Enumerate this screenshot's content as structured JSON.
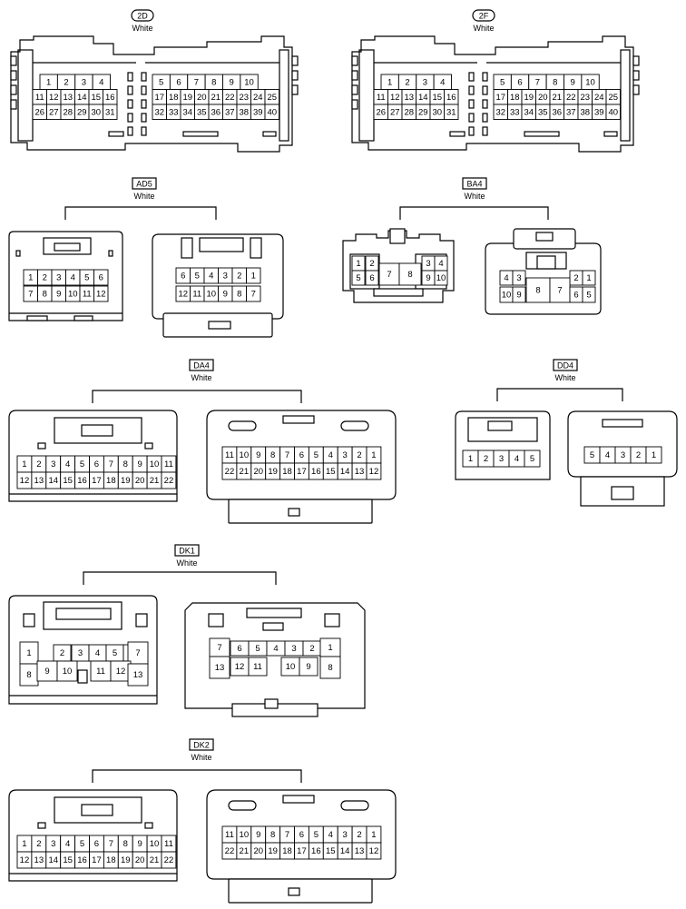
{
  "connectors": [
    {
      "code": "2D",
      "color": "White",
      "label_style": "oval",
      "views": [
        {
          "rows": [
            [
              "1",
              "2",
              "3",
              "4",
              "",
              "5",
              "6",
              "7",
              "8",
              "9",
              "10"
            ],
            [
              "11",
              "12",
              "13",
              "14",
              "15",
              "16",
              "17",
              "18",
              "19",
              "20",
              "21",
              "22",
              "23",
              "24",
              "25"
            ],
            [
              "26",
              "27",
              "28",
              "29",
              "30",
              "31",
              "32",
              "33",
              "34",
              "35",
              "36",
              "37",
              "38",
              "39",
              "40"
            ]
          ]
        }
      ]
    },
    {
      "code": "2F",
      "color": "White",
      "label_style": "oval",
      "views": [
        {
          "rows": [
            [
              "1",
              "2",
              "3",
              "4",
              "",
              "5",
              "6",
              "7",
              "8",
              "9",
              "10"
            ],
            [
              "11",
              "12",
              "13",
              "14",
              "15",
              "16",
              "17",
              "18",
              "19",
              "20",
              "21",
              "22",
              "23",
              "24",
              "25"
            ],
            [
              "26",
              "27",
              "28",
              "29",
              "30",
              "31",
              "32",
              "33",
              "34",
              "35",
              "36",
              "37",
              "38",
              "39",
              "40"
            ]
          ]
        }
      ]
    },
    {
      "code": "AD5",
      "color": "White",
      "label_style": "box",
      "views": [
        {
          "rows": [
            [
              "1",
              "2",
              "3",
              "4",
              "5",
              "6"
            ],
            [
              "7",
              "8",
              "9",
              "10",
              "11",
              "12"
            ]
          ]
        },
        {
          "rows": [
            [
              "6",
              "5",
              "4",
              "3",
              "2",
              "1"
            ],
            [
              "12",
              "11",
              "10",
              "9",
              "8",
              "7"
            ]
          ]
        }
      ]
    },
    {
      "code": "BA4",
      "color": "White",
      "label_style": "box",
      "views": [
        {
          "pins": [
            "1",
            "2",
            "3",
            "4",
            "5",
            "6",
            "7",
            "8",
            "9",
            "10"
          ]
        },
        {
          "pins": [
            "4",
            "3",
            "2",
            "1",
            "10",
            "9",
            "8",
            "7",
            "6",
            "5"
          ]
        }
      ]
    },
    {
      "code": "DA4",
      "color": "White",
      "label_style": "box",
      "views": [
        {
          "rows": [
            [
              "1",
              "2",
              "3",
              "4",
              "5",
              "6",
              "7",
              "8",
              "9",
              "10",
              "11"
            ],
            [
              "12",
              "13",
              "14",
              "15",
              "16",
              "17",
              "18",
              "19",
              "20",
              "21",
              "22"
            ]
          ]
        },
        {
          "rows": [
            [
              "11",
              "10",
              "9",
              "8",
              "7",
              "6",
              "5",
              "4",
              "3",
              "2",
              "1"
            ],
            [
              "22",
              "21",
              "20",
              "19",
              "18",
              "17",
              "16",
              "15",
              "14",
              "13",
              "12"
            ]
          ]
        }
      ]
    },
    {
      "code": "DD4",
      "color": "White",
      "label_style": "box",
      "views": [
        {
          "rows": [
            [
              "1",
              "2",
              "3",
              "4",
              "5"
            ]
          ]
        },
        {
          "rows": [
            [
              "5",
              "4",
              "3",
              "2",
              "1"
            ]
          ]
        }
      ]
    },
    {
      "code": "DK1",
      "color": "White",
      "label_style": "box",
      "views": [
        {
          "pins": [
            "1",
            "2",
            "3",
            "4",
            "5",
            "6",
            "7",
            "8",
            "9",
            "10",
            "11",
            "12",
            "13"
          ]
        },
        {
          "pins": [
            "7",
            "6",
            "5",
            "4",
            "3",
            "2",
            "1",
            "13",
            "12",
            "11",
            "10",
            "9",
            "8"
          ]
        }
      ]
    },
    {
      "code": "DK2",
      "color": "White",
      "label_style": "box",
      "views": [
        {
          "rows": [
            [
              "1",
              "2",
              "3",
              "4",
              "5",
              "6",
              "7",
              "8",
              "9",
              "10",
              "11"
            ],
            [
              "12",
              "13",
              "14",
              "15",
              "16",
              "17",
              "18",
              "19",
              "20",
              "21",
              "22"
            ]
          ]
        },
        {
          "rows": [
            [
              "11",
              "10",
              "9",
              "8",
              "7",
              "6",
              "5",
              "4",
              "3",
              "2",
              "1"
            ],
            [
              "22",
              "21",
              "20",
              "19",
              "18",
              "17",
              "16",
              "15",
              "14",
              "13",
              "12"
            ]
          ]
        }
      ]
    }
  ]
}
